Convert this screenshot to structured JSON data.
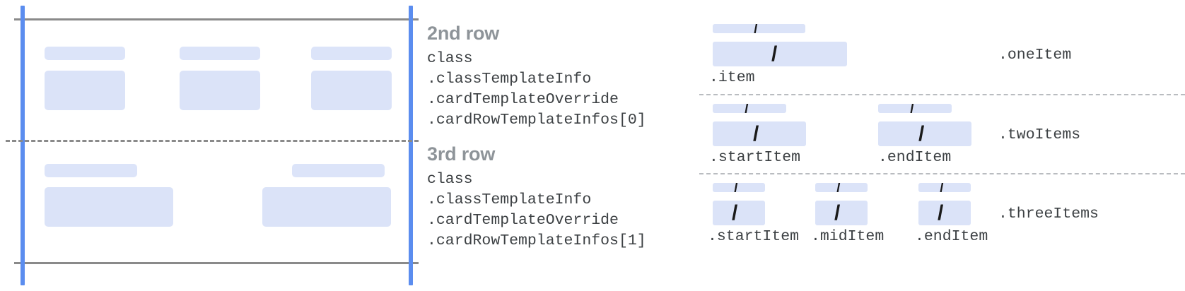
{
  "colors": {
    "guide_blue": "#5b8def",
    "guide_gray": "#8a8a8a",
    "placeholder_blue": "#dbe3f8",
    "heading_gray": "#8e9499",
    "code_text": "#3c4043",
    "dashed_gray": "#b9bcc0",
    "background": "#ffffff"
  },
  "card_preview": {
    "name": "card-row-template-preview",
    "top_boundary_name": "card-top-edge",
    "bottom_boundary_name": "card-bottom-edge",
    "left_guide_name": "card-left-guide",
    "right_guide_name": "card-right-guide",
    "row_divider_name": "row-divider",
    "rows": [
      {
        "row_name": "second-row-preview",
        "items": [
          {
            "title_placeholder": "",
            "body_placeholder": ""
          },
          {
            "title_placeholder": "",
            "body_placeholder": ""
          },
          {
            "title_placeholder": "",
            "body_placeholder": ""
          }
        ]
      },
      {
        "row_name": "third-row-preview",
        "items": [
          {
            "title_placeholder": "",
            "body_placeholder": ""
          },
          {
            "title_placeholder": "",
            "body_placeholder": ""
          }
        ]
      }
    ]
  },
  "row_descriptions": [
    {
      "heading": "2nd row",
      "lines": [
        "class",
        ".classTemplateInfo",
        ".cardTemplateOverride",
        ".cardRowTemplateInfos[0]"
      ]
    },
    {
      "heading": "3rd row",
      "lines": [
        "class",
        ".classTemplateInfo",
        ".cardTemplateOverride",
        ".cardRowTemplateInfos[1]"
      ]
    }
  ],
  "variants": [
    {
      "name": "one-item-variant",
      "label": ".oneItem",
      "slots": [
        {
          "label": ".item",
          "glyph": "/"
        }
      ]
    },
    {
      "name": "two-items-variant",
      "label": ".twoItems",
      "slots": [
        {
          "label": ".startItem",
          "glyph": "/"
        },
        {
          "label": ".endItem",
          "glyph": "/"
        }
      ]
    },
    {
      "name": "three-items-variant",
      "label": ".threeItems",
      "slots": [
        {
          "label": ".startItem",
          "glyph": "/"
        },
        {
          "label": ".midItem",
          "glyph": "/"
        },
        {
          "label": ".endItem",
          "glyph": "/"
        }
      ]
    }
  ]
}
